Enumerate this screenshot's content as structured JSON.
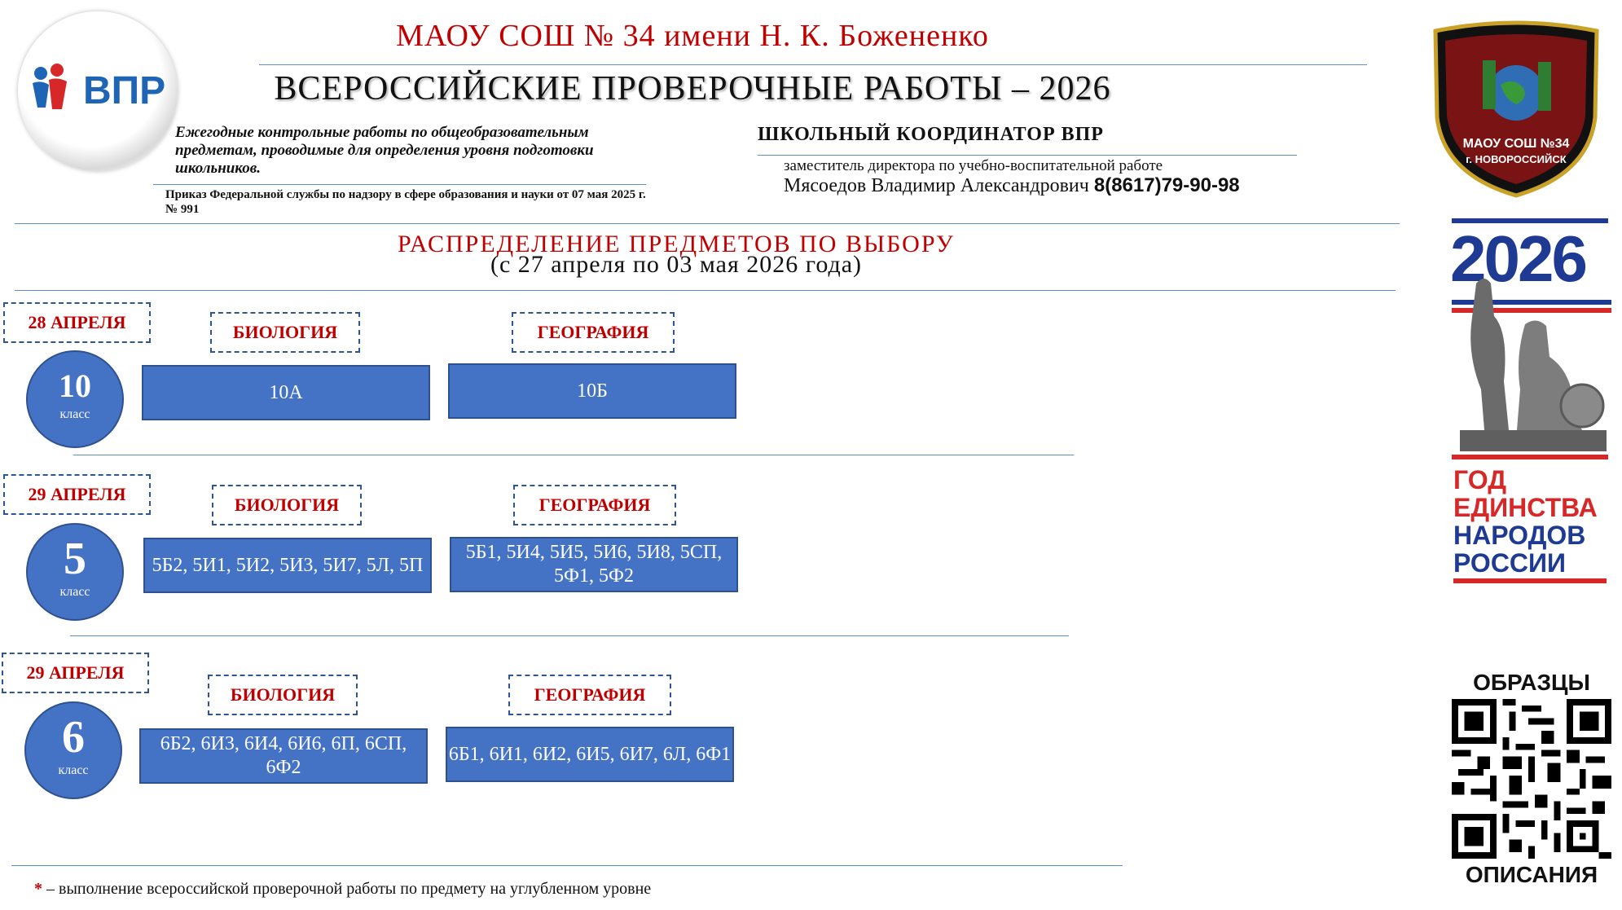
{
  "header": {
    "logo_text": "ВПР",
    "school_name": "МАОУ СОШ № 34 имени Н. К. Божененко",
    "main_title": "ВСЕРОССИЙСКИЕ ПРОВЕРОЧНЫЕ РАБОТЫ – 2026",
    "description": "Ежегодные контрольные работы по общеобразовательным предметам, проводимые для определения уровня подготовки школьников.",
    "order": "Приказ Федеральной службы по надзору в сфере образования и науки от 07 мая 2025 г. № 991",
    "coordinator": {
      "heading": "ШКОЛЬНЫЙ КООРДИНАТОР ВПР",
      "role": "заместитель директора по учебно-воспитательной работе",
      "name": "Мясоедов Владимир Александрович",
      "phone": "8(8617)79-90-98"
    }
  },
  "distribution": {
    "title": "РАСПРЕДЕЛЕНИЕ ПРЕДМЕТОВ ПО ВЫБОРУ",
    "period": "(с 27 апреля по 03 мая 2026 года)"
  },
  "rows": [
    {
      "date": "28 АПРЕЛЯ",
      "grade": "10",
      "grade_label": "класс",
      "subjects": [
        {
          "name": "БИОЛОГИЯ",
          "classes": "10А"
        },
        {
          "name": "ГЕОГРАФИЯ",
          "classes": "10Б"
        }
      ]
    },
    {
      "date": "29 АПРЕЛЯ",
      "grade": "5",
      "grade_label": "класс",
      "subjects": [
        {
          "name": "БИОЛОГИЯ",
          "classes": "5Б2, 5И1, 5И2, 5И3, 5И7, 5Л, 5П"
        },
        {
          "name": "ГЕОГРАФИЯ",
          "classes": "5Б1, 5И4, 5И5, 5И6, 5И8, 5СП, 5Ф1, 5Ф2"
        }
      ]
    },
    {
      "date": "29 АПРЕЛЯ",
      "grade": "6",
      "grade_label": "класс",
      "subjects": [
        {
          "name": "БИОЛОГИЯ",
          "classes": "6Б2, 6И3, 6И4, 6И6, 6П, 6СП, 6Ф2"
        },
        {
          "name": "ГЕОГРАФИЯ",
          "classes": "6Б1, 6И1, 6И2, 6И5, 6И7, 6Л, 6Ф1"
        }
      ]
    }
  ],
  "footnote": {
    "star": "*",
    "text": " – выполнение всероссийской проверочной работы по предмету на углубленном уровне"
  },
  "emblem": {
    "line1": "МАОУ СОШ №34",
    "line2": "г. НОВОРОССИЙСК"
  },
  "year_poster": {
    "year": "2026",
    "lines": [
      "ГОД",
      "ЕДИНСТВА",
      "НАРОДОВ",
      "РОССИИ"
    ]
  },
  "qr": {
    "top_label": "ОБРАЗЦЫ",
    "bottom_label": "ОПИСАНИЯ"
  },
  "colors": {
    "accent_red": "#c00000",
    "box_blue": "#4472c4",
    "line_blue": "#5b8fcf",
    "dark_navy": "#1f3a93"
  }
}
